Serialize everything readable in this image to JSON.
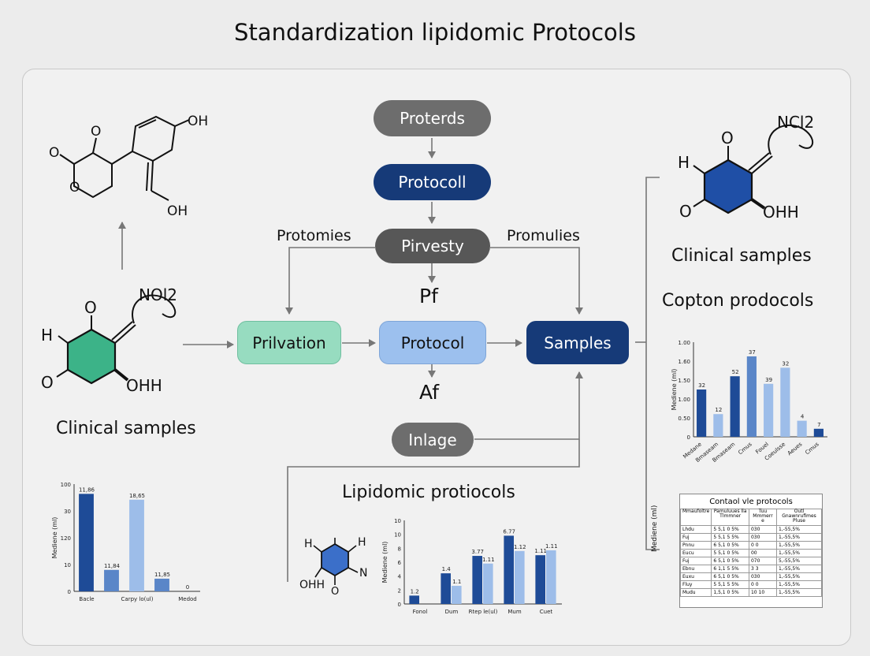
{
  "title": "Standardization lipidomic Protocols",
  "nodes": {
    "proteds": "Proterds",
    "protocol_top": "Protocoll",
    "pirvesty": "Pirvesty",
    "prilvation": "Prilvation",
    "protocol_mid": "Protocol",
    "samples": "Samples",
    "inlage": "Inlage"
  },
  "labels": {
    "protomies": "Protomies",
    "promulies": "Promulies",
    "pf": "Pf",
    "af": "Af",
    "clinical_left": "Clinical samples",
    "clinical_right": "Clinical samples",
    "copton": "Copton prodocols",
    "lipidomic": "Lipidomic protiocols"
  },
  "chem": {
    "top_left": {
      "o1": "O",
      "o2": "O",
      "o3": "O",
      "oh1": "OH",
      "oh2": "OH"
    },
    "left_ring": {
      "o": "O",
      "h": "H",
      "o2": "O",
      "ohh": "OHH",
      "nol2": "NOl2"
    },
    "right_ring": {
      "o": "O",
      "h": "H",
      "o2": "O",
      "ohh": "OHH",
      "nol2": "NCl2"
    },
    "small_ring": {
      "h1": "H",
      "h2": "H",
      "n": "N",
      "o": "O",
      "ohh": "OHH"
    }
  },
  "colors": {
    "gray_node": "#6d6d6d",
    "dark_gray_node": "#575757",
    "navy": "#163a78",
    "teal": "#97dcc0",
    "light_blue": "#9cc0ee",
    "green_ring": "#3cb388",
    "blue_ring": "#1f4fa6",
    "bar_dark": "#1e4b97",
    "bar_mid": "#5a86c8",
    "bar_light": "#9dbde9"
  },
  "chart_data": [
    {
      "type": "bar",
      "ylabel": "Mediene (ml)",
      "categories": [
        "Bacle",
        "",
        "Carpy lo(ul)",
        "",
        "Medod"
      ],
      "values": [
        100,
        22,
        94,
        13,
        0
      ],
      "data_labels": [
        "11,86",
        "11,84",
        "18,65",
        "11,85",
        "0"
      ],
      "yticks": [
        "0",
        "10",
        "120",
        "30",
        "100"
      ],
      "ylim": [
        0,
        110
      ]
    },
    {
      "type": "bar",
      "ylabel": "Mediene (ml)",
      "categories": [
        "Fonol",
        "Dum",
        "Rtep le(ul)",
        "Mum",
        "Cuet"
      ],
      "series": [
        {
          "values": [
            1.2,
            4.4,
            6.9,
            9.8,
            7.0
          ]
        },
        {
          "values": [
            0,
            2.6,
            5.8,
            7.6,
            7.7
          ]
        }
      ],
      "data_labels": [
        "1.2",
        "1.4",
        "1.1",
        "3.77",
        "1.11",
        "6.77",
        "1.12",
        "1.11",
        "1.11"
      ],
      "yticks": [
        "0",
        "2",
        "4",
        "6",
        "8",
        "10",
        "10"
      ],
      "ylim": [
        0,
        12
      ]
    },
    {
      "type": "bar",
      "ylabel": "Mediene (ml)",
      "categories": [
        "Medane",
        "Bmaseam",
        "Bmaseam",
        "Cmus",
        "Fouel",
        "Coeulsse",
        "Aeues",
        "Cmus"
      ],
      "values": [
        1.0,
        0.48,
        1.28,
        1.7,
        1.12,
        1.46,
        0.34,
        0.17
      ],
      "data_labels": [
        "32",
        "12",
        "52",
        "37",
        "39",
        "32",
        "4",
        "7"
      ],
      "yticks": [
        "0",
        "0.50",
        "1.00",
        "1.50",
        "1.60",
        "1.00"
      ],
      "ylim": [
        0,
        2.0
      ]
    }
  ],
  "table": {
    "title": "Contaol vle protocols",
    "headers": [
      "Mmaufoltre",
      "Pamuluues lla Tlmmner",
      "Tuu Mmmerr e",
      "Outl Gnawnrufimes Pluse"
    ],
    "rows": [
      [
        "Lhdu",
        "5 5,1 0 5%",
        "030",
        "1,-55,5%"
      ],
      [
        "Fuj",
        "5 5,1 5 5%",
        "030",
        "1,-55,5%"
      ],
      [
        "Pnnu",
        "6 5,1 0 5%",
        "0 0",
        "1,-55,5%"
      ],
      [
        "Eucu",
        "5 5,1 0 5%",
        "00",
        "1,-55,5%"
      ],
      [
        "Fuj",
        "6 5,1 0 5%",
        "070",
        "5,-55,5%"
      ],
      [
        "Ebnu",
        "6 1,1 5 5%",
        "3 3",
        "1,-55,5%"
      ],
      [
        "Euxu",
        "6 5,1 0 5%",
        "030",
        "1,-55,5%"
      ],
      [
        "Fluy",
        "5 5,1 5 5%",
        "0 0",
        "1,-55,5%"
      ],
      [
        "Mudu",
        "1,5,1 0 5%",
        "10 10",
        "1,-55,5%"
      ]
    ]
  }
}
